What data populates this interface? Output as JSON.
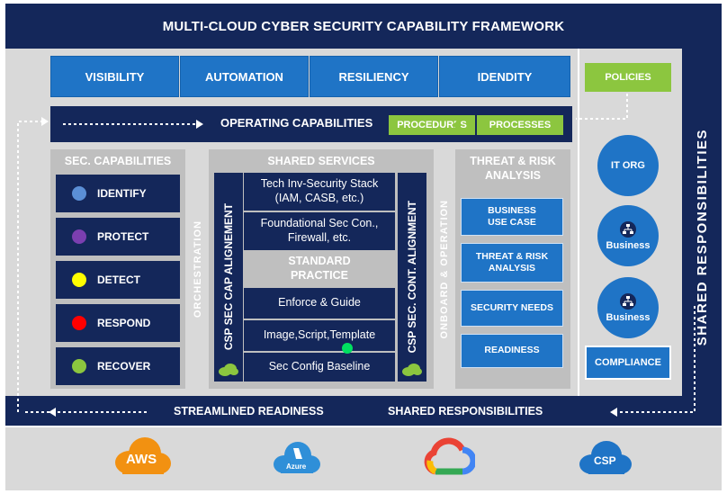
{
  "title": "MULTI-CLOUD CYBER SECURITY CAPABILITY FRAMEWORK",
  "top_tabs": [
    "VISIBILITY",
    "AUTOMATION",
    "RESILIENCY",
    "IDENDITY"
  ],
  "operating_capabilities": "OPERATING CAPABILITIES",
  "procedures": "PROCEDURES",
  "processes": "PROCESSES",
  "policies": "POLICIES",
  "sec_capabilities": {
    "title": "SEC. CAPABILITIES",
    "items": [
      {
        "label": "IDENTIFY",
        "color": "#5b8fd6"
      },
      {
        "label": "PROTECT",
        "color": "#7b3fb0"
      },
      {
        "label": "DETECT",
        "color": "#ffff00"
      },
      {
        "label": "RESPOND",
        "color": "#ff0000"
      },
      {
        "label": "RECOVER",
        "color": "#8cc63f"
      }
    ]
  },
  "orchestration": "ORCHESTRATION",
  "shared_services": {
    "title": "SHARED SERVICES",
    "left_vertical": "CSP SEC CAP ALIGNEMENT",
    "right_vertical": "CSP SEC. CONT. ALIGNMENT",
    "items": [
      "Tech Inv-Security Stack (IAM, CASB, etc.)",
      "Foundational Sec Con., Firewall, etc.",
      "STANDARD PRACTICE",
      "Enforce & Guide",
      "Image,Script,Template",
      "Sec Config Baseline"
    ]
  },
  "onboard": "ONBOARD & OPERATION",
  "threat_risk": {
    "title": "THREAT & RISK ANALYSIS",
    "items": [
      "BUSINESS USE CASE",
      "THREAT & RISK ANALYSIS",
      "SECURITY NEEDS",
      "READINESS"
    ]
  },
  "right_column": {
    "it_org": "IT ORG",
    "business1": "Business",
    "business2": "Business",
    "compliance": "COMPLIANCE"
  },
  "shared_responsibilities_vertical": "SHARED RESPONSIBILITIES",
  "bottom": {
    "streamlined": "STREAMLINED READINESS",
    "shared": "SHARED RESPONSIBILITIES"
  },
  "clouds": {
    "aws": "AWS",
    "azure": "Azure",
    "csp": "CSP"
  },
  "colors": {
    "navy": "#14275a",
    "blue": "#1f74c6",
    "green": "#8cc63f",
    "gray": "#bfbfbf",
    "aws_orange": "#f29111",
    "azure_blue": "#2f8fd8",
    "csp_blue": "#1f74c6"
  }
}
